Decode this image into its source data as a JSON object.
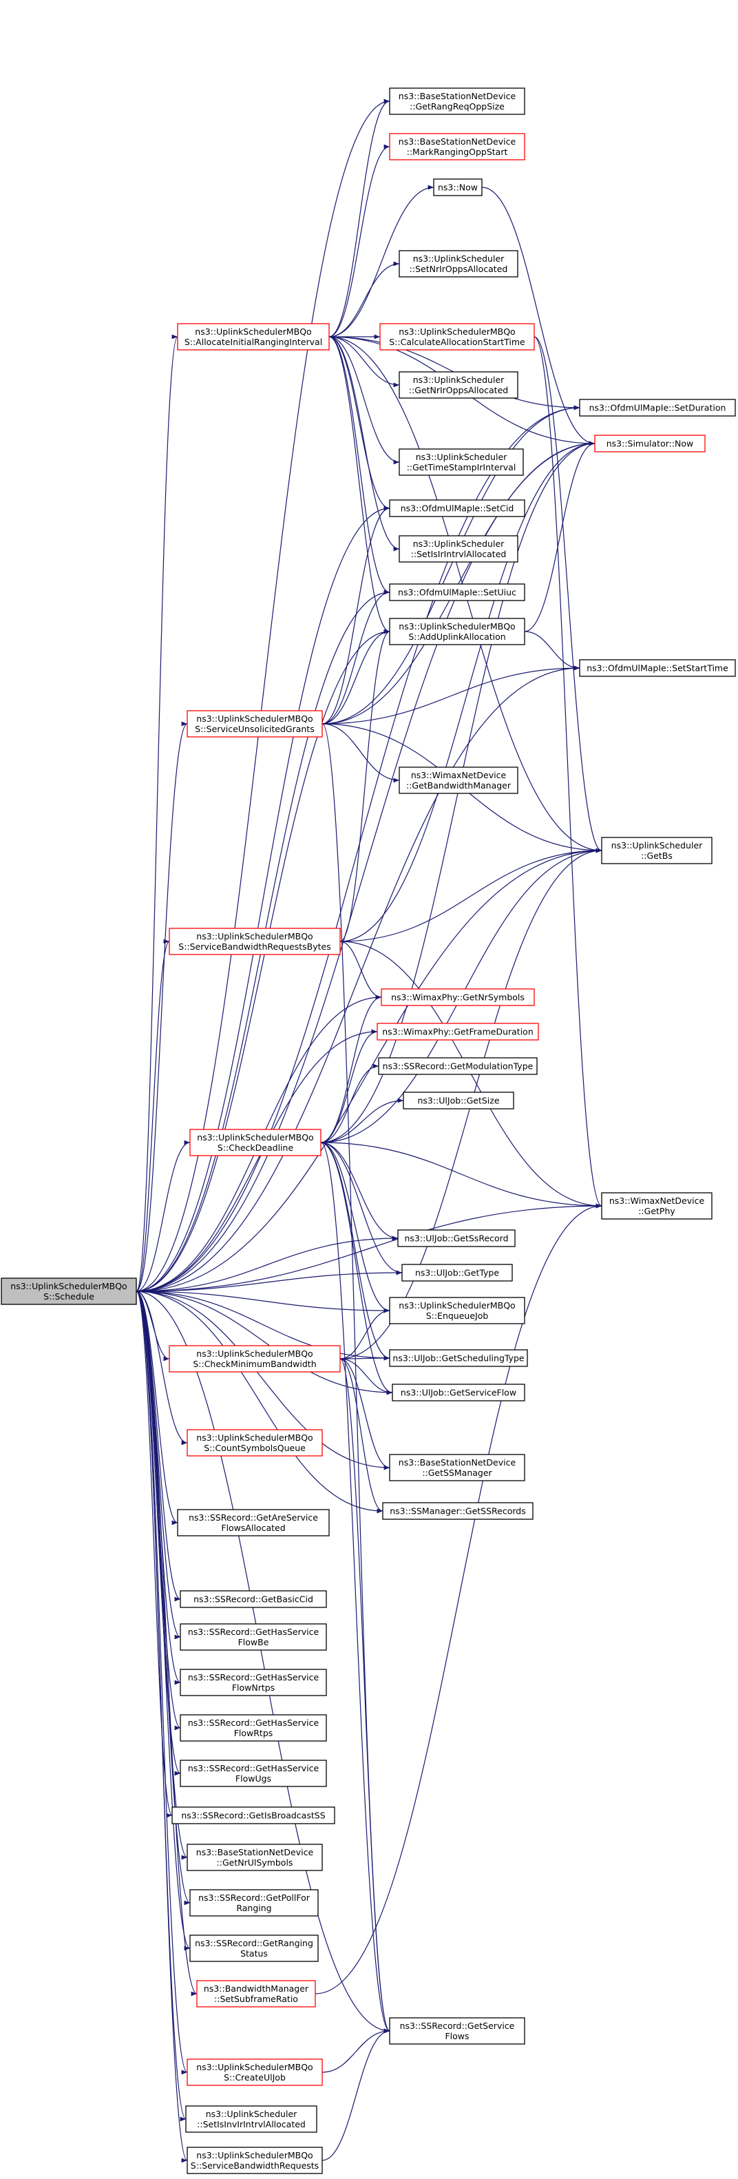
{
  "nodes": [
    {
      "id": "schedule",
      "lines": [
        "ns3::UplinkSchedulerMBQo",
        "S::Schedule"
      ],
      "style": "root"
    },
    {
      "id": "getRangReqOppSize",
      "lines": [
        "ns3::BaseStationNetDevice",
        "::GetRangReqOppSize"
      ],
      "style": "black"
    },
    {
      "id": "markRangingOppStart",
      "lines": [
        "ns3::BaseStationNetDevice",
        "::MarkRangingOppStart"
      ],
      "style": "red"
    },
    {
      "id": "now",
      "lines": [
        "ns3::Now"
      ],
      "style": "black"
    },
    {
      "id": "setNrIrOppsAllocated",
      "lines": [
        "ns3::UplinkScheduler",
        "::SetNrIrOppsAllocated"
      ],
      "style": "black"
    },
    {
      "id": "allocateInitialRanging",
      "lines": [
        "ns3::UplinkSchedulerMBQo",
        "S::AllocateInitialRangingInterval"
      ],
      "style": "red"
    },
    {
      "id": "calculateAllocationStartTime",
      "lines": [
        "ns3::UplinkSchedulerMBQo",
        "S::CalculateAllocationStartTime"
      ],
      "style": "red"
    },
    {
      "id": "setDuration",
      "lines": [
        "ns3::OfdmUlMapIe::SetDuration"
      ],
      "style": "black"
    },
    {
      "id": "getNrIrOppsAllocated",
      "lines": [
        "ns3::UplinkScheduler",
        "::GetNrIrOppsAllocated"
      ],
      "style": "black"
    },
    {
      "id": "simulatorNow",
      "lines": [
        "ns3::Simulator::Now"
      ],
      "style": "red"
    },
    {
      "id": "getTimeStampIrInterval",
      "lines": [
        "ns3::UplinkScheduler",
        "::GetTimeStampIrInterval"
      ],
      "style": "black"
    },
    {
      "id": "setCid",
      "lines": [
        "ns3::OfdmUlMapIe::SetCid"
      ],
      "style": "black"
    },
    {
      "id": "setIsIrIntrvlAllocated",
      "lines": [
        "ns3::UplinkScheduler",
        "::SetIsIrIntrvlAllocated"
      ],
      "style": "black"
    },
    {
      "id": "setUiuc",
      "lines": [
        "ns3::OfdmUlMapIe::SetUiuc"
      ],
      "style": "black"
    },
    {
      "id": "addUplinkAllocation",
      "lines": [
        "ns3::UplinkSchedulerMBQo",
        "S::AddUplinkAllocation"
      ],
      "style": "black"
    },
    {
      "id": "setStartTime",
      "lines": [
        "ns3::OfdmUlMapIe::SetStartTime"
      ],
      "style": "black"
    },
    {
      "id": "serviceUnsolicitedGrants",
      "lines": [
        "ns3::UplinkSchedulerMBQo",
        "S::ServiceUnsolicitedGrants"
      ],
      "style": "red"
    },
    {
      "id": "getBandwidthManager",
      "lines": [
        "ns3::WimaxNetDevice",
        "::GetBandwidthManager"
      ],
      "style": "black"
    },
    {
      "id": "getBs",
      "lines": [
        "ns3::UplinkScheduler",
        "::GetBs"
      ],
      "style": "black"
    },
    {
      "id": "serviceBandwidthRequestsBytes",
      "lines": [
        "ns3::UplinkSchedulerMBQo",
        "S::ServiceBandwidthRequestsBytes"
      ],
      "style": "red"
    },
    {
      "id": "getNrSymbols",
      "lines": [
        "ns3::WimaxPhy::GetNrSymbols"
      ],
      "style": "red"
    },
    {
      "id": "getFrameDuration",
      "lines": [
        "ns3::WimaxPhy::GetFrameDuration"
      ],
      "style": "red"
    },
    {
      "id": "getModulationType",
      "lines": [
        "ns3::SSRecord::GetModulationType"
      ],
      "style": "black"
    },
    {
      "id": "getSize",
      "lines": [
        "ns3::UlJob::GetSize"
      ],
      "style": "black"
    },
    {
      "id": "checkDeadline",
      "lines": [
        "ns3::UplinkSchedulerMBQo",
        "S::CheckDeadline"
      ],
      "style": "red"
    },
    {
      "id": "getPhy",
      "lines": [
        "ns3::WimaxNetDevice",
        "::GetPhy"
      ],
      "style": "black"
    },
    {
      "id": "getSsRecord",
      "lines": [
        "ns3::UlJob::GetSsRecord"
      ],
      "style": "black"
    },
    {
      "id": "getType",
      "lines": [
        "ns3::UlJob::GetType"
      ],
      "style": "black"
    },
    {
      "id": "enqueueJob",
      "lines": [
        "ns3::UplinkSchedulerMBQo",
        "S::EnqueueJob"
      ],
      "style": "black"
    },
    {
      "id": "checkMinimumBandwidth",
      "lines": [
        "ns3::UplinkSchedulerMBQo",
        "S::CheckMinimumBandwidth"
      ],
      "style": "red"
    },
    {
      "id": "getSchedulingType",
      "lines": [
        "ns3::UlJob::GetSchedulingType"
      ],
      "style": "black"
    },
    {
      "id": "getServiceFlow",
      "lines": [
        "ns3::UlJob::GetServiceFlow"
      ],
      "style": "black"
    },
    {
      "id": "countSymbolsQueue",
      "lines": [
        "ns3::UplinkSchedulerMBQo",
        "S::CountSymbolsQueue"
      ],
      "style": "red"
    },
    {
      "id": "getSSManager",
      "lines": [
        "ns3::BaseStationNetDevice",
        "::GetSSManager"
      ],
      "style": "black"
    },
    {
      "id": "getSSRecords",
      "lines": [
        "ns3::SSManager::GetSSRecords"
      ],
      "style": "black"
    },
    {
      "id": "getAreServiceFlowsAllocated",
      "lines": [
        "ns3::SSRecord::GetAreService",
        "FlowsAllocated"
      ],
      "style": "black"
    },
    {
      "id": "getBasicCid",
      "lines": [
        "ns3::SSRecord::GetBasicCid"
      ],
      "style": "black"
    },
    {
      "id": "getHasServiceFlowBe",
      "lines": [
        "ns3::SSRecord::GetHasService",
        "FlowBe"
      ],
      "style": "black"
    },
    {
      "id": "getHasServiceFlowNrtps",
      "lines": [
        "ns3::SSRecord::GetHasService",
        "FlowNrtps"
      ],
      "style": "black"
    },
    {
      "id": "getHasServiceFlowRtps",
      "lines": [
        "ns3::SSRecord::GetHasService",
        "FlowRtps"
      ],
      "style": "black"
    },
    {
      "id": "getHasServiceFlowUgs",
      "lines": [
        "ns3::SSRecord::GetHasService",
        "FlowUgs"
      ],
      "style": "black"
    },
    {
      "id": "getIsBroadcastSS",
      "lines": [
        "ns3::SSRecord::GetIsBroadcastSS"
      ],
      "style": "black"
    },
    {
      "id": "getNrUlSymbols",
      "lines": [
        "ns3::BaseStationNetDevice",
        "::GetNrUlSymbols"
      ],
      "style": "black"
    },
    {
      "id": "getPollForRanging",
      "lines": [
        "ns3::SSRecord::GetPollFor",
        "Ranging"
      ],
      "style": "black"
    },
    {
      "id": "getRangingStatus",
      "lines": [
        "ns3::SSRecord::GetRanging",
        "Status"
      ],
      "style": "black"
    },
    {
      "id": "setSubframeRatio",
      "lines": [
        "ns3::BandwidthManager",
        "::SetSubframeRatio"
      ],
      "style": "red"
    },
    {
      "id": "getServiceFlows",
      "lines": [
        "ns3::SSRecord::GetService",
        "Flows"
      ],
      "style": "black"
    },
    {
      "id": "createUlJob",
      "lines": [
        "ns3::UplinkSchedulerMBQo",
        "S::CreateUlJob"
      ],
      "style": "red"
    },
    {
      "id": "setIsInvIrIntrvlAllocated",
      "lines": [
        "ns3::UplinkScheduler",
        "::SetIsInvIrIntrvlAllocated"
      ],
      "style": "black"
    },
    {
      "id": "serviceBandwidthRequests",
      "lines": [
        "ns3::UplinkSchedulerMBQo",
        "S::ServiceBandwidthRequests"
      ],
      "style": "black"
    }
  ],
  "edges": [
    [
      "schedule",
      "allocateInitialRanging"
    ],
    [
      "schedule",
      "serviceUnsolicitedGrants"
    ],
    [
      "schedule",
      "serviceBandwidthRequestsBytes"
    ],
    [
      "schedule",
      "checkDeadline"
    ],
    [
      "schedule",
      "checkMinimumBandwidth"
    ],
    [
      "schedule",
      "countSymbolsQueue"
    ],
    [
      "schedule",
      "getAreServiceFlowsAllocated"
    ],
    [
      "schedule",
      "getBasicCid"
    ],
    [
      "schedule",
      "getHasServiceFlowBe"
    ],
    [
      "schedule",
      "getHasServiceFlowNrtps"
    ],
    [
      "schedule",
      "getHasServiceFlowRtps"
    ],
    [
      "schedule",
      "getHasServiceFlowUgs"
    ],
    [
      "schedule",
      "getIsBroadcastSS"
    ],
    [
      "schedule",
      "getNrUlSymbols"
    ],
    [
      "schedule",
      "getPollForRanging"
    ],
    [
      "schedule",
      "getRangingStatus"
    ],
    [
      "schedule",
      "setSubframeRatio"
    ],
    [
      "schedule",
      "getServiceFlows"
    ],
    [
      "schedule",
      "createUlJob"
    ],
    [
      "schedule",
      "setIsInvIrIntrvlAllocated"
    ],
    [
      "schedule",
      "serviceBandwidthRequests"
    ],
    [
      "schedule",
      "getRangReqOppSize"
    ],
    [
      "schedule",
      "setDuration"
    ],
    [
      "schedule",
      "simulatorNow"
    ],
    [
      "schedule",
      "setStartTime"
    ],
    [
      "schedule",
      "getBs"
    ],
    [
      "schedule",
      "getPhy"
    ],
    [
      "schedule",
      "getNrSymbols"
    ],
    [
      "schedule",
      "getFrameDuration"
    ],
    [
      "schedule",
      "getSsRecord"
    ],
    [
      "schedule",
      "getType"
    ],
    [
      "schedule",
      "enqueueJob"
    ],
    [
      "schedule",
      "getSSManager"
    ],
    [
      "schedule",
      "getSSRecords"
    ],
    [
      "schedule",
      "setCid"
    ],
    [
      "schedule",
      "setUiuc"
    ],
    [
      "schedule",
      "addUplinkAllocation"
    ],
    [
      "schedule",
      "getSchedulingType"
    ],
    [
      "schedule",
      "getServiceFlow"
    ],
    [
      "allocateInitialRanging",
      "getRangReqOppSize"
    ],
    [
      "allocateInitialRanging",
      "markRangingOppStart"
    ],
    [
      "allocateInitialRanging",
      "now"
    ],
    [
      "allocateInitialRanging",
      "setNrIrOppsAllocated"
    ],
    [
      "allocateInitialRanging",
      "calculateAllocationStartTime"
    ],
    [
      "allocateInitialRanging",
      "getNrIrOppsAllocated"
    ],
    [
      "allocateInitialRanging",
      "getTimeStampIrInterval"
    ],
    [
      "allocateInitialRanging",
      "setCid"
    ],
    [
      "allocateInitialRanging",
      "setIsIrIntrvlAllocated"
    ],
    [
      "allocateInitialRanging",
      "setUiuc"
    ],
    [
      "allocateInitialRanging",
      "addUplinkAllocation"
    ],
    [
      "allocateInitialRanging",
      "setDuration"
    ],
    [
      "allocateInitialRanging",
      "simulatorNow"
    ],
    [
      "allocateInitialRanging",
      "getBs"
    ],
    [
      "now",
      "simulatorNow"
    ],
    [
      "calculateAllocationStartTime",
      "getBs"
    ],
    [
      "calculateAllocationStartTime",
      "getPhy"
    ],
    [
      "addUplinkAllocation",
      "setStartTime"
    ],
    [
      "addUplinkAllocation",
      "simulatorNow"
    ],
    [
      "serviceUnsolicitedGrants",
      "setCid"
    ],
    [
      "serviceUnsolicitedGrants",
      "setUiuc"
    ],
    [
      "serviceUnsolicitedGrants",
      "addUplinkAllocation"
    ],
    [
      "serviceUnsolicitedGrants",
      "setStartTime"
    ],
    [
      "serviceUnsolicitedGrants",
      "getBandwidthManager"
    ],
    [
      "serviceUnsolicitedGrants",
      "getBs"
    ],
    [
      "serviceUnsolicitedGrants",
      "simulatorNow"
    ],
    [
      "serviceUnsolicitedGrants",
      "setDuration"
    ],
    [
      "serviceUnsolicitedGrants",
      "getServiceFlows"
    ],
    [
      "serviceBandwidthRequestsBytes",
      "addUplinkAllocation"
    ],
    [
      "serviceBandwidthRequestsBytes",
      "getBs"
    ],
    [
      "serviceBandwidthRequestsBytes",
      "getPhy"
    ],
    [
      "serviceBandwidthRequestsBytes",
      "getNrSymbols"
    ],
    [
      "serviceBandwidthRequestsBytes",
      "simulatorNow"
    ],
    [
      "checkDeadline",
      "getNrSymbols"
    ],
    [
      "checkDeadline",
      "getFrameDuration"
    ],
    [
      "checkDeadline",
      "getModulationType"
    ],
    [
      "checkDeadline",
      "getSize"
    ],
    [
      "checkDeadline",
      "getPhy"
    ],
    [
      "checkDeadline",
      "getSsRecord"
    ],
    [
      "checkDeadline",
      "getType"
    ],
    [
      "checkDeadline",
      "enqueueJob"
    ],
    [
      "checkDeadline",
      "getSchedulingType"
    ],
    [
      "checkDeadline",
      "getServiceFlow"
    ],
    [
      "checkDeadline",
      "getBs"
    ],
    [
      "checkDeadline",
      "simulatorNow"
    ],
    [
      "checkDeadline",
      "getServiceFlows"
    ],
    [
      "checkMinimumBandwidth",
      "enqueueJob"
    ],
    [
      "checkMinimumBandwidth",
      "getSchedulingType"
    ],
    [
      "checkMinimumBandwidth",
      "getServiceFlow"
    ],
    [
      "checkMinimumBandwidth",
      "getSSManager"
    ],
    [
      "checkMinimumBandwidth",
      "getSSRecords"
    ],
    [
      "checkMinimumBandwidth",
      "getBs"
    ],
    [
      "checkMinimumBandwidth",
      "getServiceFlows"
    ],
    [
      "setSubframeRatio",
      "getPhy"
    ],
    [
      "createUlJob",
      "getServiceFlows"
    ],
    [
      "serviceBandwidthRequests",
      "getServiceFlows"
    ]
  ]
}
